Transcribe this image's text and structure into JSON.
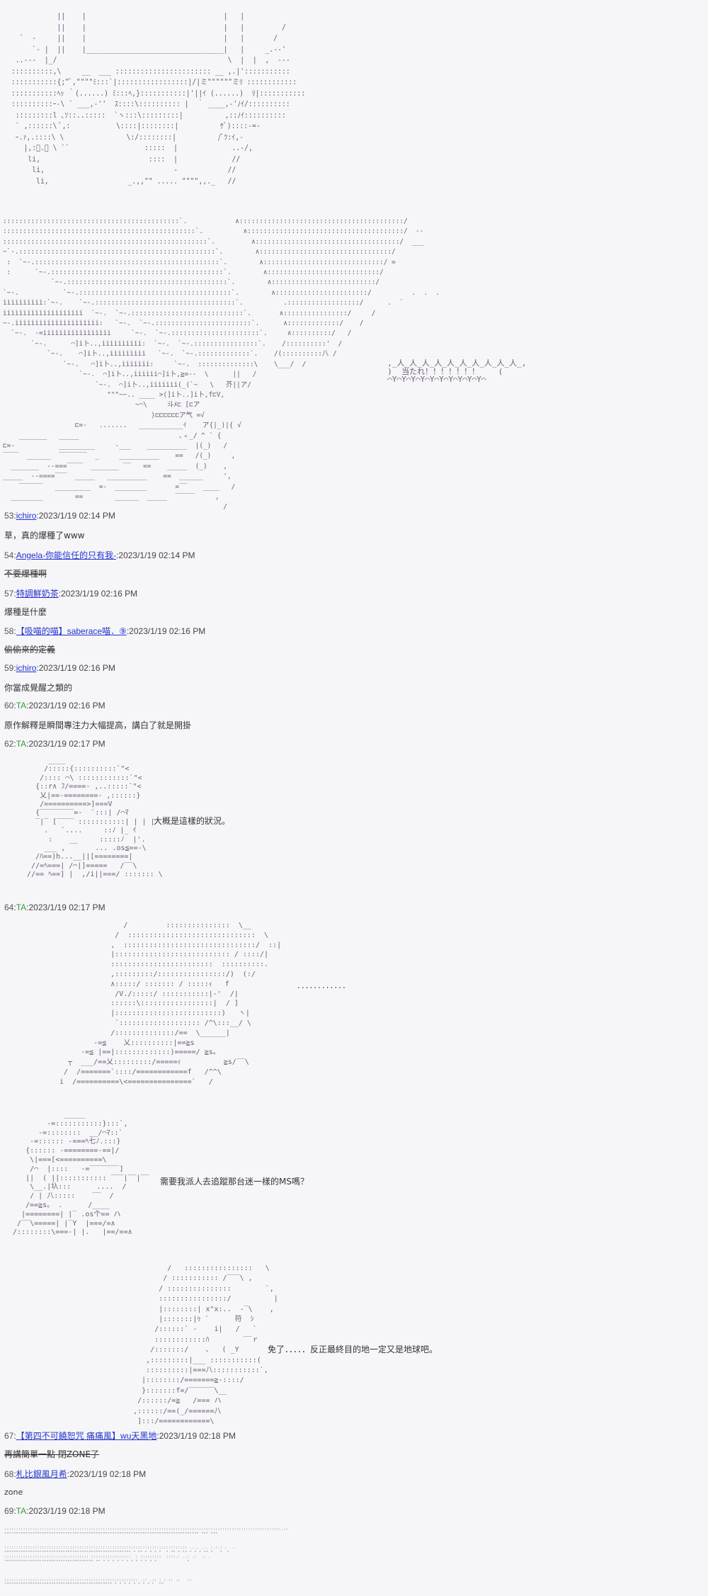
{
  "art": {
    "face_closeup": "            ||    |                                 |   |\n            ||    |                                 |   |         /\n   `  -     ||    |                                 |   |       /\n      `- |  ||    |_________________________________|   |     _.-‐'\n  ..‐-‐  |_/                                         \\  |  |  ,  ‐-‐\n ::::::::::,\\     __  ___ ::::::::::::::::::::::: __ ,.|':::::::::::\n :::::::::::{;\"ﾞ,\"\"\"\"ﾐ:::`|:::::::::::::::::|/|ミ\"\"\"\"\"\"ミﾘ ::::::::::::\n :::::::::::ﾍｯ ｀(......) ﾐ:::ﾍ,}:::::::::::|'||ｲ (......)  ﾘ|:::::::::::\n ::::::::::ｰ-\\ ` ___,-''  ｽ::::\\:::::::::: |  ｀ ____,-'ﾉｲ/::::::::::\n  :::::::::l ､ｿ::..:::::  `ヽ:::\\:::::::::|          ,::ﾉｲ::::::::::\n  ` ,::::::\\ ﾞ,:           \\::::|::::::::|          ｹﾞ)::::-=-\n  ｰ.ｧ,.::::\\ \\               \\:/::::::::|          /ﾞﾂ:ｲ,-\n    |,:ﾞ.ﾞ \\ ``                  :::::  |             ..-/,\n     li,                          ::::  |             //\n      li,                               -            //\n       li,                   _.,,\"\" ..... \"\"\"\",,._   //",
    "explosion": "::::::::::::::::::::::::::::::::::::::::::::`.            ∧:::::::::::::::::::::::::::::::::::::::::/\n::::::::::::::::::::::::::::::::::::::::::::::::`.          ∧:::::::::::::::::::::::::::::::::::::::/  ‐‐\n:::::::::::::::::::::::::::::::::::::::::::::::::::`.         ∧::::::::::::::::::::::::::::::::::::/  ___\n~`-.:::::::::::::::::::::::::::::::::::::::::::::::::`.        ∧:::::::::::::::::::::::::::::::::/\n :  `~-.::::::::::::::::::::::::::::::::::::::::::::::`.        ∧::::::::::::::::::::::::::::::/ =\n :      `~-.:::::::::::::::::::::::::::::::::::::::::::`.        ∧::::::::::::::::::::::::::::/\n            `~-.::::::::::::::::::::::::::::::::::::::::`.        ∧::::::::::::::::::::::::::/\n`~-.           `~-.::::::::::::::::::::::::::::::::::::::`.        ∧:::::::::::::::::::::::/          .  .  .\niiiiiiiiii:`~-.    `~-.:::::::::::::::::::::::::::::::::::`.          .::::::::::::::::::/      .  `\niiiiiiiiiiiiiiiiiiii  `~-.  `~-.::::::::::::::::::::::::::::`.       ∧::::::::::::::::/     /\n~-.iiiiiiiiiiiiiiiiiiiii:   `~-.  `~-.::::::::::::::::::::::::`.      ∧:::::::::::::/    /\n  `~-.  -=iiiiiiiiiiiiiiiii     `~-.  `~-.::::::::::::::::::::::`.     ∧::::::::::/   /\n       `~-.      ⌒]i卜..,iiiiiiiiii:  `~-.  `~-.::::::::::::::::`.    /::::::::::'  /\n           `~-.    ⌒]i卜..,iiiiiiiii   `~-.  `~-.:::::::::::::`.    /(::::::::::八 /\n               `~-.   ⌒]i卜..,iiiiiii:     `~-.  ::::::::::::::\\    \\___/  /\n                   `~-.  ⌒]i卜..,iiiiii⌒]i卜,≧=--  \\      ||   /\n                       `~-.  ⌒]i卜..,iiiiiii(_(`~   \\   芥||ア/\n                          \"\"\"~~.. ____ >(]i卜..]i卜,f⊏V,\n                                 ~⌒\\     斗ﾒ⊏ [⊏ア\n                                     )⊏⊏⊏⊏⊏⊏ア气 =√\n                  ⊏=-   .......   ___________ｲ    ア{|_)|{ √\n    _______   _____                         ､﹤_/ ^ ` {\n⊏=-           _________     -___    __________  |(_)   /\n‾‾‾‾  ______  ‾‾‾‾‾‾‾  _     __________    ==   /(_)     ,\n  _______  --===‾‾‾‾  _______ ‾‾   ==    _____  (_)    ,\n_____  --====‾‾‾  _____   __________    ==  ______     ',\n    ‾‾‾‾‾‾   _________  =-  ________       =‾‾    ____   /\n  ________        ==        ______  _____  ‾‾‾‾‾     ,\n                                                       /",
    "bubble": "  ,_人_人_人_人_人_人_人_人_人_人_,\n  )  当たれ！！！！！！！    (\n  ⌒Y⌒Y⌒Y⌒Y⌒Y⌒Y⌒Y⌒Y⌒Y⌒Y⌒",
    "char_a": "        ____\n       /:::::{::::::::::`\"<\n      /:::: ⌒\\ ::::::::::::`\"<\n     {::r∧ ﾌ/====- ,..:::::`\"<\n      乂|==-========- ,::::::}\n      /==========>]===V\n     {‾‾‾‾‾‾‾‾=-  `:::| /⌒ﾏ\n     ‾|‾ [‾‾‾‾ :::::::::::| | | |\n       .   `....     ::ﾉ |_ ｲ\n        :    __     :::::ﾉ  |'.\n       ___ ,       ... .os≦==‐\\\n     /ﾊ==)h...__||[========|\n    //=ﾍ===| /⌒|]=====   /‾‾\\\n   //== ﾍ==] |  ,/i||===/ ::::::: \\",
    "char_a_line": "大概是這樣的狀況。",
    "char_b": "                /         :::::::::::::::  \\__\n              /  ::::::::::::::::::::::::::::::  \\\n             ,  :::::::::::::::::::::::::::::::/  ::|\n             |::::::::::::::::::::::::::: / ::::/|\n             ::::::::::::::::::::::::  ::::::::::.\n             ,:::::::::/::::::::::::::::/)  (:/\n             ∧:::::/ ::::::: / :::::ｨ   f\n              /V./:::::/ :::::::::::|-'  /|\n             ::::::\\:::::::::::::::::|  / ]\n             |:::::::::::::::::::::::::)   ヽ|\n              `::::::::::::::::::: /^\\:::__/ \\\n             /::::::::::::::/==  \\______|\n         -=≦    乂::::::::::|==≧s\n      -=≦ |==|:::::::::::::)=====/ ≧s。\n   ┬  ___/==乂:::::::::/=====ｨ          ≧s/‾‾\\\n  /  /=======`::::/============f   /^^\\\n i  /==========\\<===============`   /",
    "char_b_line": "............",
    "char_c": "              _____\n          -=:::::::::::}:::`,\n        -=::::::::  __/⌒ﾏ::`\n      -=:::::: -===ﾍ七ﾉ.:::}\n     {:::::: -========-==|/\n      \\|===[<==========\\\n      /⌒  |::::   -=‾‾‾‾‾‾‾]\n     ||  ( ||::::::::::: ‾‾‾|‾‾|‾‾\n      \\__.|圦:::      ....  /\n      / | 八:::::    ‾‾  /\n     /==≧s。 .      /____\n    |========| |‾ .os个== ハ\n   /‾‾\\=====| |‾Y  |===/=∧\n  /::::::::\\===-| |.   |==/==∧",
    "char_c_line": "需要我派人去追蹤那台迷一樣的MS嗎？",
    "char_d": "              /   ::::::::::::::::   \\\n             / ::::::::::: /‾‾‾\\ ,\n            / :::::::::::::::        `,\n            ::::::::::::::::/          |\n            |::::::::| x\"x:..  ‐‾\\    ,\n            |:::::::|ｩ `      符  ｼ\n           /::::::` ‐    i|   /   `\n           ::::::::::::ﾊ        ‾‾ｒ\n          /:::::::/    ､   ( _Y\n         ,:::::::::|___ :::::::::::(\n         ::::::::::|===八:::::::::::`,\n        |::::::::/=======≧-::::/\n        }:::::::f=/‾‾‾‾‾‾\\__\n       /::::::/=≧   /=== ハ\n      ,::::::/==(_/======八\n       ]:::/============\\",
    "char_d_line": "免了．．．．．反正最終目的地一定又是地球吧。",
    "final_art": "::::::::::::::::::::::::::::::::::::::::::::::::::::::::::::::::::::::::::::::::::::::::::::::::::::::::::::::::::::::.::\n\"\"\"\"\"\"\"\"\"\"\"\"\"\"\"\"\"\"\"\"\"\"\"\"\"\"\"\"\"\"\"\"\"\"\"\"\"\"\"\"\"\"\"\"\"\"\"\"\"\"\"\"\"\"\"\"\"\"\"\"\"\"\"\"\"\"\"\"\"\"\"\"\"\"\"\"\"\"\"\"\"\"\" \"\"\" \"\"\"\n\n\n:::::::::::::::::::::::::::::::::::::::::::::::::::::::::::::::::::::::::::::: .... ... :.:.: :  ..\n\"\"\"\"\"\"\"\"\"\"\"\"\"\"\"\"\"\"\"\"\"\"\"\"\"\"\"\"\"\"\"\"\"\"\"\"\"\"\"\"\"\"\"\"\"\"\"\"\"\"\"\"\"\" \" \"\" \" \" \" \"  \" \"\" \" \"\" \" \" \" \"\" \"   \"  \"\n:::::::::::::::::::::::::::::::::::: :::::::::::::::::  : :::::::::  ::::.: ..: .:  .: .\n\"\"\"\"\"\"\"\"\"\"\"\"\"\"\"\"\"\"\"\"\"\"\"\"\"\"\"\"\"\"\"\"\"\"\"\"\"\" \"\" \" \" \" \" \" \" \" \" \" \" \" \"             \"\n\n\n\n::::::::::::::::::::::::::::::::::::::::::::::::::::::::: .:: .:: : : :: .:   ::\n\"\"\"\"\"\"\"\"\"\"\"\"\"\"\"\"\"\"\"\"\"\"\"\"\"\"\"\"\"\"\"\"\"\"\"\"\"\"\"\"\"\"\"\"\"\" \" \" \" \" \" \" \" \" \"  \"\""
  },
  "posts": [
    {
      "num": "53",
      "user": "ichiro",
      "user_type": "link",
      "time": "2023/1/19 02:14 PM",
      "body": "草，真的爆種了www",
      "strike": false
    },
    {
      "num": "54",
      "user": "Angela-你能信任的只有我-",
      "user_type": "link",
      "time": "2023/1/19 02:14 PM",
      "body": "不要爆種啊",
      "strike": true
    },
    {
      "num": "57",
      "user": "特調鮮奶茶",
      "user_type": "link",
      "time": "2023/1/19 02:16 PM",
      "body": "爆種是什麼",
      "strike": false
    },
    {
      "num": "58",
      "user": "【吸喵的喵】saberace喵．⑨",
      "user_type": "link",
      "time": "2023/1/19 02:16 PM",
      "body": "偷偷來的定義",
      "strike": true
    },
    {
      "num": "59",
      "user": "ichiro",
      "user_type": "link",
      "time": "2023/1/19 02:16 PM",
      "body": "你當成覺醒之類的",
      "strike": false
    },
    {
      "num": "60",
      "user": "TA",
      "user_type": "author",
      "time": "2023/1/19 02:16 PM",
      "body": "原作解釋是瞬間專注力大幅提高，講白了就是開掛",
      "strike": false
    },
    {
      "num": "62",
      "user": "TA",
      "user_type": "author",
      "time": "2023/1/19 02:17 PM"
    },
    {
      "num": "64",
      "user": "TA",
      "user_type": "author",
      "time": "2023/1/19 02:17 PM"
    },
    {
      "num": "67",
      "user": "【第四不可饒恕咒 痛痛風】wu天黑地",
      "user_type": "link",
      "time": "2023/1/19 02:18 PM",
      "body": "再講簡單一點 閉ZONE了",
      "strike": true
    },
    {
      "num": "68",
      "user": "札比銀風月希",
      "user_type": "link",
      "time": "2023/1/19 02:18 PM",
      "body": "zone",
      "strike": false
    },
    {
      "num": "69",
      "user": "TA",
      "user_type": "author",
      "time": "2023/1/19 02:18 PM"
    }
  ],
  "separator": ":",
  "colors": {
    "background": "#f6f6f9",
    "link": "#2233cc",
    "author": "#3a9a3a",
    "aa_text": "#6b5a73"
  }
}
